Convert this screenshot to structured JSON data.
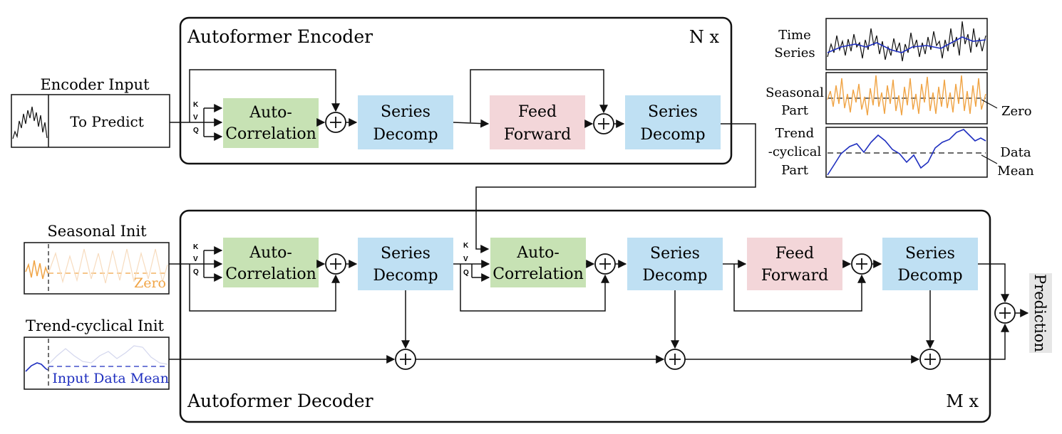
{
  "encoder": {
    "title": "Autoformer Encoder",
    "repeat": "N x",
    "input_label": "Encoder Input",
    "predict_label": "To Predict",
    "blocks": {
      "autocorr_line1": "Auto-",
      "autocorr_line2": "Correlation",
      "decomp1_line1": "Series",
      "decomp1_line2": "Decomp",
      "ff_line1": "Feed",
      "ff_line2": "Forward",
      "decomp2_line1": "Series",
      "decomp2_line2": "Decomp"
    }
  },
  "decoder": {
    "title": "Autoformer Decoder",
    "repeat": "M x",
    "seasonal_init_label": "Seasonal Init",
    "seasonal_zero_label": "Zero",
    "trend_init_label": "Trend-cyclical Init",
    "trend_mean_label": "Input Data Mean",
    "blocks": {
      "autocorr1_line1": "Auto-",
      "autocorr1_line2": "Correlation",
      "decomp1_line1": "Series",
      "decomp1_line2": "Decomp",
      "autocorr2_line1": "Auto-",
      "autocorr2_line2": "Correlation",
      "decomp2_line1": "Series",
      "decomp2_line2": "Decomp",
      "ff_line1": "Feed",
      "ff_line2": "Forward",
      "decomp3_line1": "Series",
      "decomp3_line2": "Decomp"
    }
  },
  "qkv": {
    "k": "K",
    "v": "V",
    "q": "Q"
  },
  "plus": "+",
  "output_label": "Prediction",
  "legend": {
    "time_line1": "Time",
    "time_line2": "Series",
    "seasonal_line1": "Seasonal",
    "seasonal_line2": "Part",
    "trend_line1": "Trend",
    "trend_line2": "-cyclical",
    "trend_line3": "Part",
    "zero_label": "Zero",
    "mean_line1": "Data",
    "mean_line2": "Mean"
  },
  "colors": {
    "autocorrelation": "#c7e2b4",
    "series_decomp": "#bfe0f3",
    "feed_forward": "#f3d6d9",
    "seasonal_line": "#f0a445",
    "trend_line": "#1f2fbf",
    "prediction_bg": "#e6e6e6"
  }
}
